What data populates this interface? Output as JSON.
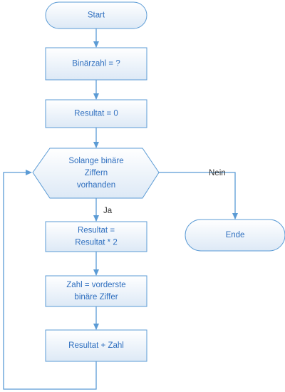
{
  "colors": {
    "stroke": "#5b9bd5",
    "fill_top": "#ffffff",
    "fill_bottom": "#dde9f6",
    "node_text": "#2f6fbf",
    "edge_text": "#333333",
    "arrow": "#5b9bd5"
  },
  "nodes": {
    "start": {
      "lines": [
        "Start"
      ]
    },
    "input": {
      "lines": [
        "Binärzahl = ?"
      ]
    },
    "init": {
      "lines": [
        "Resultat = 0"
      ]
    },
    "loop": {
      "lines": [
        "Solange binäre",
        "Ziffern",
        "vorhanden"
      ]
    },
    "double": {
      "lines": [
        "Resultat =",
        "Resultat * 2"
      ]
    },
    "digit": {
      "lines": [
        "Zahl = vorderste",
        "binäre Ziffer"
      ]
    },
    "add": {
      "lines": [
        "Resultat + Zahl"
      ]
    },
    "end": {
      "lines": [
        "Ende"
      ]
    }
  },
  "edges": {
    "yes": "Ja",
    "no": "Nein"
  }
}
